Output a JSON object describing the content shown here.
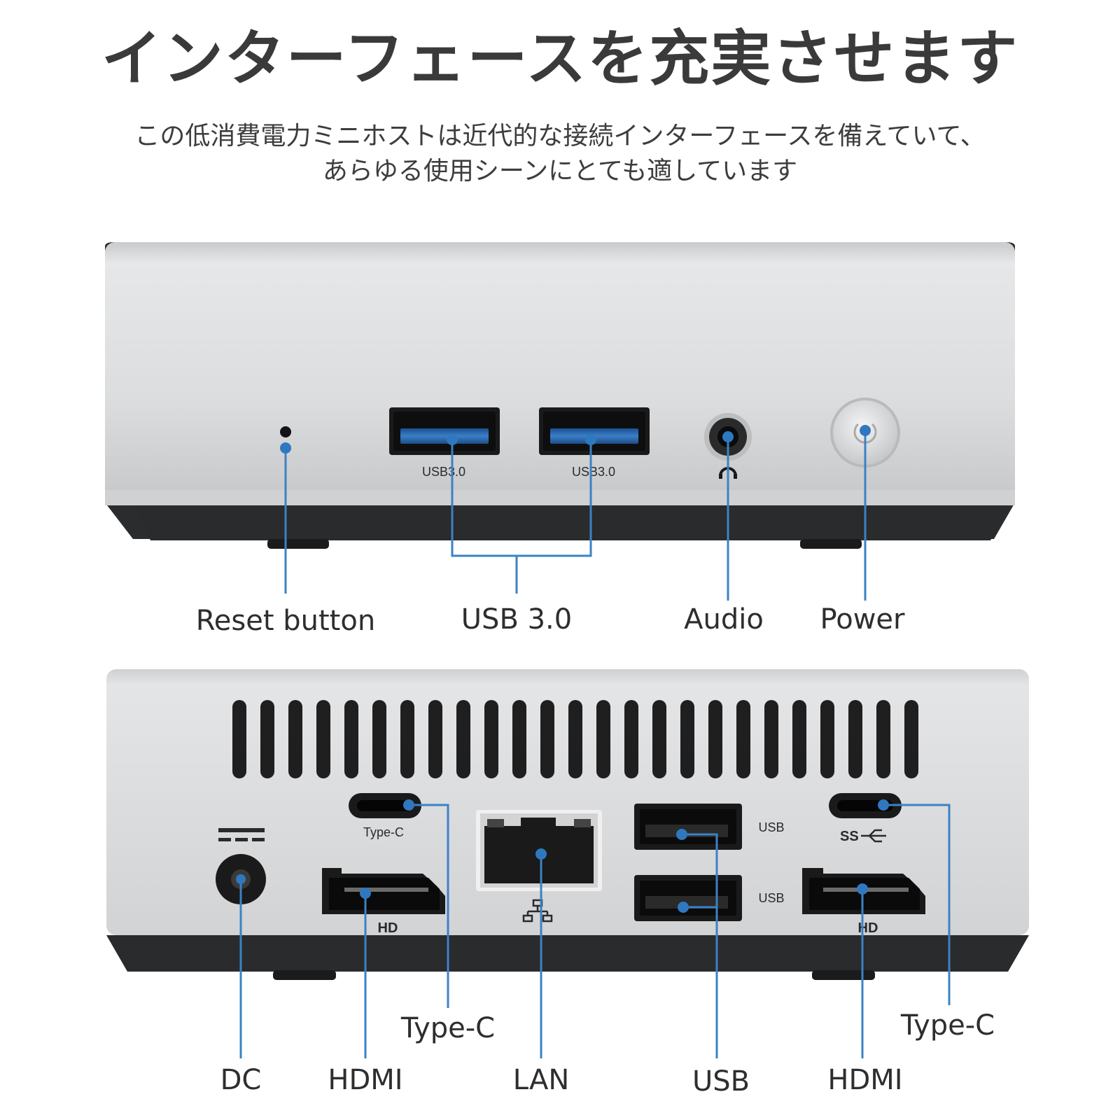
{
  "header": {
    "title": "インターフェースを充実させます",
    "subtitle_line1": "この低消費電力ミニホストは近代的な接続インターフェースを備えていて、",
    "subtitle_line2": "あらゆる使用シーンにとても適しています"
  },
  "front_panel": {
    "port_marks": {
      "usb_left": "USB3.0",
      "usb_right": "USB3.0"
    },
    "callouts": {
      "reset": "Reset button",
      "usb": "USB 3.0",
      "audio": "Audio",
      "power": "Power"
    }
  },
  "rear_panel": {
    "port_marks": {
      "type_c": "Type-C",
      "hdmi_left": "HD",
      "usb_top": "USB",
      "usb_bottom": "USB",
      "hdmi_right": "HD"
    },
    "callouts": {
      "dc": "DC",
      "hdmi_left": "HDMI",
      "type_c_left": "Type-C",
      "lan": "LAN",
      "usb": "USB",
      "hdmi_right": "HDMI",
      "type_c_right": "Type-C"
    }
  },
  "colors": {
    "callout_line": "#3b82c4",
    "port_usb3": "#2f6fb6",
    "case_silver": "#d9dadb",
    "case_base": "#2b2c2e"
  }
}
